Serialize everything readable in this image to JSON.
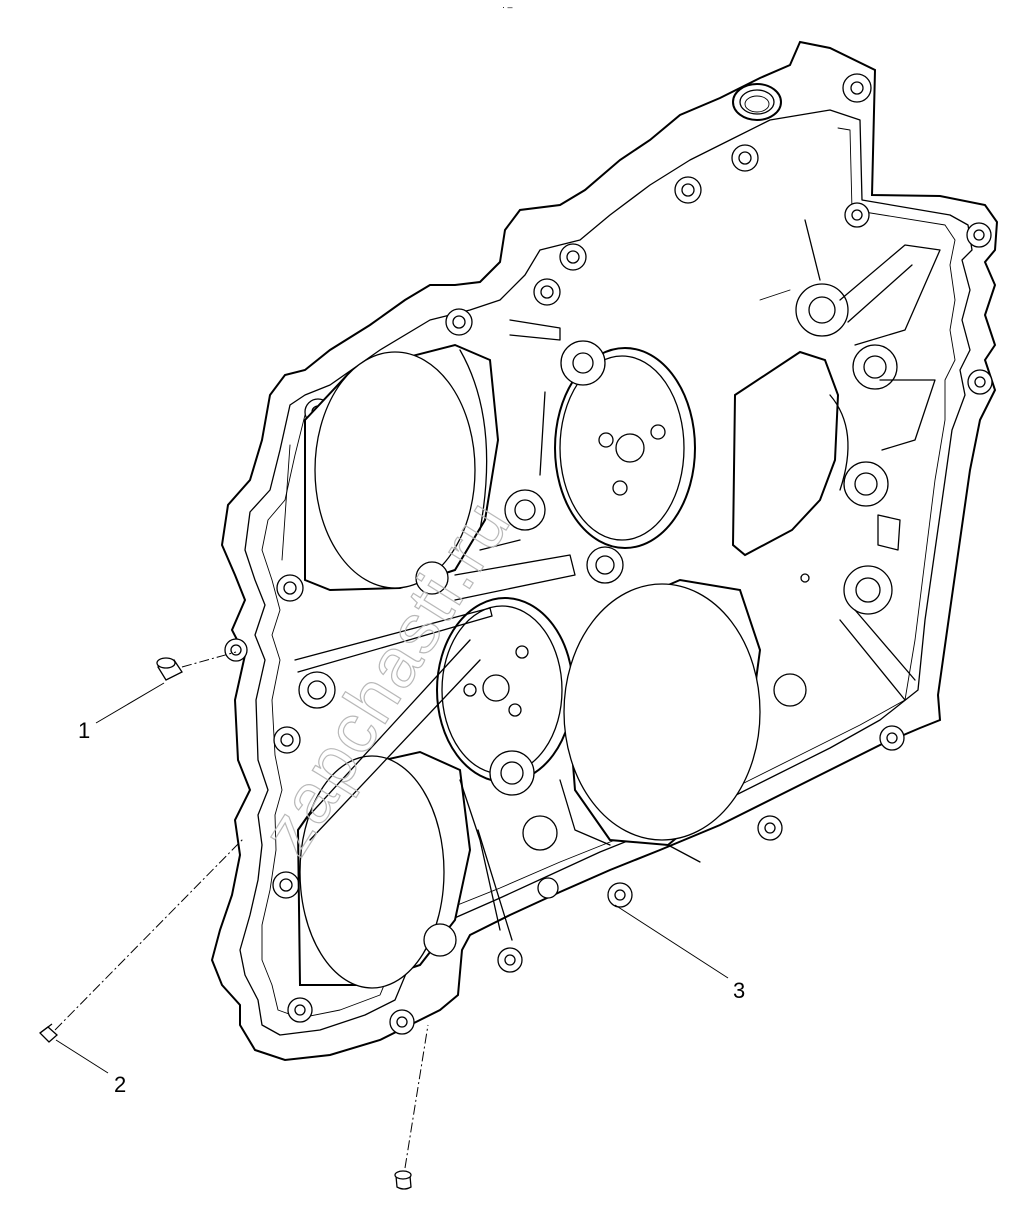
{
  "diagram": {
    "callouts": [
      {
        "id": "1",
        "label": "1"
      },
      {
        "id": "2",
        "label": "2"
      },
      {
        "id": "3",
        "label": "3"
      }
    ],
    "watermark": "zapchasti.ru",
    "top_mark": "· –",
    "colors": {
      "line": "#000000",
      "background": "#ffffff",
      "watermark": "#b8b8b8"
    }
  }
}
